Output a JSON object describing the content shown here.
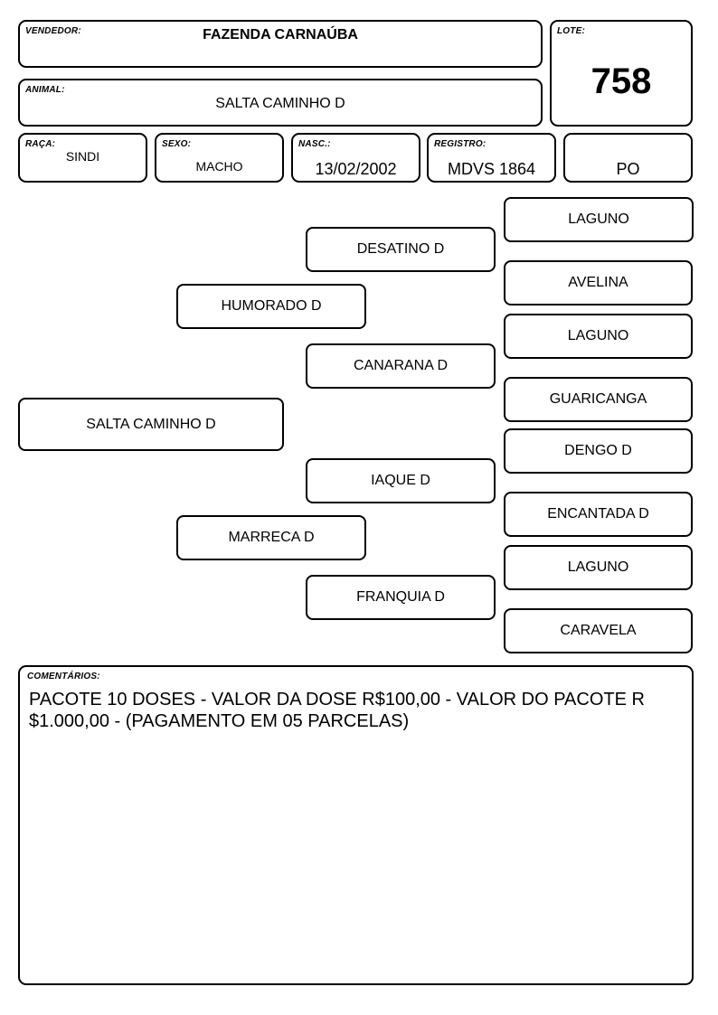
{
  "header": {
    "vendedor": {
      "label": "VENDEDOR:",
      "value": "FAZENDA CARNAÚBA"
    },
    "lote": {
      "label": "LOTE:",
      "value": "758"
    },
    "animal": {
      "label": "ANIMAL:",
      "value": "SALTA CAMINHO D"
    }
  },
  "details": {
    "raca": {
      "label": "RAÇA:",
      "value": "SINDI"
    },
    "sexo": {
      "label": "SEXO:",
      "value": "MACHO"
    },
    "nasc": {
      "label": "NASC.:",
      "value": "13/02/2002"
    },
    "registro": {
      "label": "REGISTRO:",
      "value": "MDVS 1864"
    },
    "categoria": {
      "value": "PO"
    }
  },
  "pedigree": {
    "animal": "SALTA CAMINHO D",
    "sire": "HUMORADO D",
    "dam": "MARRECA D",
    "sire_sire": "DESATINO D",
    "sire_dam": "CANARANA D",
    "dam_sire": "IAQUE D",
    "dam_dam": "FRANQUIA D",
    "ggp": [
      "LAGUNO",
      "AVELINA",
      "LAGUNO",
      "GUARICANGA",
      "DENGO D",
      "ENCANTADA D",
      "LAGUNO",
      "CARAVELA"
    ]
  },
  "comments": {
    "label": "COMENTÁRIOS:",
    "text": "PACOTE 10 DOSES - VALOR DA DOSE R$100,00 - VALOR DO PACOTE R $1.000,00 - (PAGAMENTO EM 05 PARCELAS)"
  }
}
